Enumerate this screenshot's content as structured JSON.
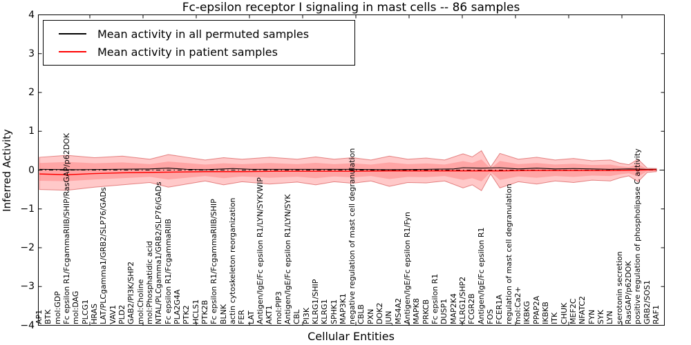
{
  "chart_data": {
    "type": "line",
    "title": "Fc-epsilon receptor I signaling in mast cells -- 86 samples",
    "xlabel": "Cellular Entities",
    "ylabel": "Inferred Activity",
    "ylim": [
      -4,
      4
    ],
    "y_ticks": [
      "4",
      "3",
      "2",
      "1",
      "0",
      "−1",
      "−2",
      "−3",
      "−4"
    ],
    "x_labels": [
      "AP1",
      "BTK",
      "mol:GDP",
      "Fc epsilon R1/FcgammaRIIB/SHIP/RasGAP/p62DOK",
      "mol:DAG",
      "PLCG1",
      "HRAS",
      "LAT/PLCgamma1/GRB2/SLP76/GADs",
      "VAV1",
      "PLD2",
      "GAB2/PI3K/SHP2",
      "mol:Choline",
      "mol:Phosphatidic acid",
      "NTAL/PLCgamma1/GRB2/SLP76/GADs",
      "Fc epsilon R1/FcgammaRIIB",
      "PLA2G4A",
      "PTK2",
      "HCLS1",
      "PTK2B",
      "Fc epsilon R1/FcgammaRIIB/SHIP",
      "BLNK",
      "actin cytoskeleton reorganization",
      "FER",
      "LAT",
      "Antigen/IgE/Fc epsilon R1/LYN/SYK/WIP",
      "AKT1",
      "mol:PIP3",
      "Antigen/IgE/Fc epsilon R1/LYN/SYK",
      "CBL",
      "PI3K",
      "KLRG1/SHIP",
      "KLRG1",
      "SPHK1",
      "MAP3K1",
      "negative regulation of mast cell degranulation",
      "CBLB",
      "PXN",
      "DOK2",
      "JUN",
      "MS4A2",
      "Antigen/IgE/Fc epsilon R1/Fyn",
      "MAPK8",
      "PRKCB",
      "Fc epsilon R1",
      "DUSP1",
      "MAP2K4",
      "KLRG1/SHP2",
      "FCGR2B",
      "Antigen/IgE/Fc epsilon R1",
      "FOS",
      "FCER1A",
      "regulation of mast cell degranulation",
      "mol:Ca2+",
      "IKBKG",
      "PPAP2A",
      "IKBKB",
      "ITK",
      "CHUK",
      "MEF2C",
      "NFATC2",
      "FYN",
      "SYK",
      "LYN",
      "serotonin secretion",
      "RasGAP/p62DOK",
      "positive regulation of phospholipase C activity",
      "GRB2/SOS1",
      "RAF1"
    ],
    "legend": [
      {
        "label": "Mean activity in all permuted samples",
        "color": "#000000"
      },
      {
        "label": "Mean activity in patient samples",
        "color": "#ff0000"
      }
    ],
    "sample_count": "86",
    "zero_reference": 0,
    "series": [
      {
        "name": "Mean activity in all permuted samples",
        "color": "#000000",
        "points": [
          [
            0,
            0.02
          ],
          [
            4,
            0.01
          ],
          [
            8,
            0.02
          ],
          [
            12,
            0.03
          ],
          [
            14,
            0.05
          ],
          [
            16,
            0.02
          ],
          [
            18,
            0.01
          ],
          [
            21,
            0.04
          ],
          [
            23,
            0.02
          ],
          [
            26,
            0.02
          ],
          [
            30,
            0.02
          ],
          [
            34,
            0.02
          ],
          [
            38,
            0.01
          ],
          [
            42,
            0.02
          ],
          [
            45,
            0.03
          ],
          [
            46,
            0.06
          ],
          [
            48,
            0.05
          ],
          [
            50,
            0.06
          ],
          [
            52,
            0.03
          ],
          [
            54,
            0.05
          ],
          [
            56,
            0.03
          ],
          [
            58,
            0.04
          ],
          [
            60,
            0.03
          ],
          [
            62,
            0.02
          ],
          [
            64,
            0.03
          ],
          [
            66,
            0.02
          ],
          [
            67,
            0.02
          ]
        ]
      },
      {
        "name": "Mean activity in patient samples",
        "color": "#ff0000",
        "points": [
          [
            0,
            -0.1
          ],
          [
            3,
            -0.12
          ],
          [
            6,
            -0.09
          ],
          [
            9,
            -0.07
          ],
          [
            12,
            -0.06
          ],
          [
            15,
            -0.05
          ],
          [
            18,
            -0.04
          ],
          [
            22,
            -0.04
          ],
          [
            26,
            -0.03
          ],
          [
            30,
            -0.03
          ],
          [
            34,
            -0.03
          ],
          [
            38,
            -0.02
          ],
          [
            42,
            -0.02
          ],
          [
            46,
            -0.02
          ],
          [
            50,
            -0.02
          ],
          [
            54,
            -0.01
          ],
          [
            58,
            -0.01
          ],
          [
            62,
            -0.01
          ],
          [
            65,
            0.0
          ],
          [
            67,
            0.01
          ]
        ]
      }
    ],
    "band": {
      "name": "patient activity spread",
      "color": "#ff3c3c",
      "points": [
        [
          0,
          0.33,
          -0.5
        ],
        [
          3,
          0.38,
          -0.52
        ],
        [
          6,
          0.32,
          -0.44
        ],
        [
          9,
          0.36,
          -0.38
        ],
        [
          12,
          0.28,
          -0.32
        ],
        [
          14,
          0.4,
          -0.44
        ],
        [
          16,
          0.33,
          -0.36
        ],
        [
          18,
          0.26,
          -0.28
        ],
        [
          20,
          0.32,
          -0.38
        ],
        [
          22,
          0.28,
          -0.3
        ],
        [
          25,
          0.33,
          -0.36
        ],
        [
          28,
          0.28,
          -0.31
        ],
        [
          30,
          0.34,
          -0.38
        ],
        [
          32,
          0.28,
          -0.3
        ],
        [
          34,
          0.32,
          -0.34
        ],
        [
          36,
          0.26,
          -0.28
        ],
        [
          38,
          0.36,
          -0.42
        ],
        [
          40,
          0.28,
          -0.32
        ],
        [
          42,
          0.31,
          -0.33
        ],
        [
          44,
          0.26,
          -0.28
        ],
        [
          46,
          0.42,
          -0.46
        ],
        [
          47,
          0.34,
          -0.38
        ],
        [
          48,
          0.5,
          -0.53
        ],
        [
          49,
          0.08,
          -0.1
        ],
        [
          50,
          0.43,
          -0.46
        ],
        [
          52,
          0.28,
          -0.3
        ],
        [
          54,
          0.33,
          -0.36
        ],
        [
          56,
          0.26,
          -0.28
        ],
        [
          58,
          0.3,
          -0.32
        ],
        [
          60,
          0.24,
          -0.26
        ],
        [
          62,
          0.26,
          -0.28
        ],
        [
          63,
          0.18,
          -0.2
        ],
        [
          64,
          0.14,
          -0.15
        ],
        [
          65,
          0.28,
          -0.3
        ],
        [
          66,
          0.05,
          -0.06
        ],
        [
          67,
          0.04,
          -0.04
        ]
      ]
    }
  }
}
